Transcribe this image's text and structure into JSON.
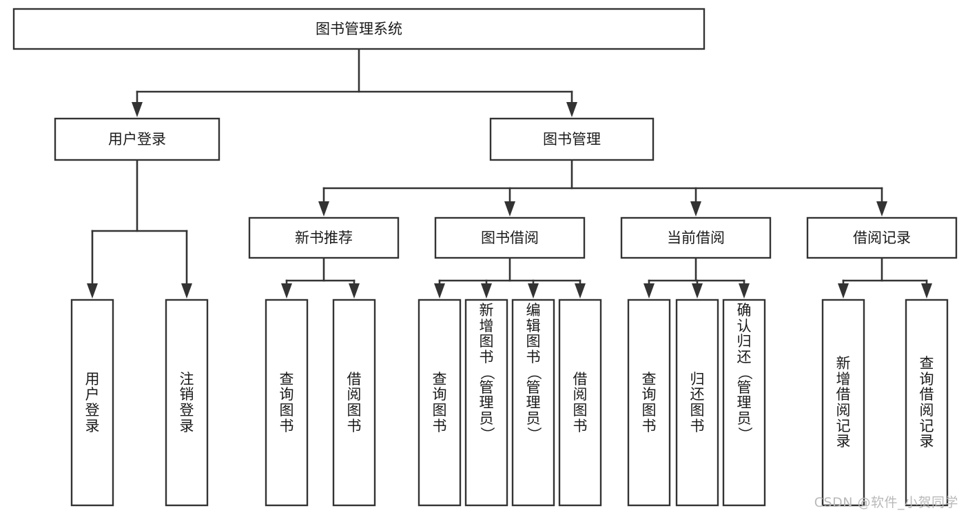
{
  "diagram": {
    "type": "tree-hierarchy",
    "title": "图书管理系统",
    "orientation": "top-down",
    "colors": {
      "box_stroke": "#333333",
      "box_fill": "#ffffff",
      "text": "#1a1a1a",
      "watermark": "#b9b9b9",
      "background": "#ffffff"
    },
    "levels": [
      {
        "level": 1,
        "nodes": [
          {
            "id": "root",
            "label": "图书管理系统",
            "orientation": "horizontal"
          }
        ]
      },
      {
        "level": 2,
        "nodes": [
          {
            "id": "login",
            "label": "用户登录",
            "orientation": "horizontal",
            "parent": "root"
          },
          {
            "id": "bookmgmt",
            "label": "图书管理",
            "orientation": "horizontal",
            "parent": "root"
          }
        ]
      },
      {
        "level": 3,
        "nodes": [
          {
            "id": "newbook",
            "label": "新书推荐",
            "orientation": "horizontal",
            "parent": "bookmgmt"
          },
          {
            "id": "borrow",
            "label": "图书借阅",
            "orientation": "horizontal",
            "parent": "bookmgmt"
          },
          {
            "id": "current",
            "label": "当前借阅",
            "orientation": "horizontal",
            "parent": "bookmgmt"
          },
          {
            "id": "record",
            "label": "借阅记录",
            "orientation": "horizontal",
            "parent": "bookmgmt"
          }
        ]
      },
      {
        "level": 4,
        "nodes": [
          {
            "id": "leaf-user-login",
            "label": "用户登录",
            "orientation": "vertical",
            "parent": "login",
            "align": "center"
          },
          {
            "id": "leaf-user-logout",
            "label": "注销登录",
            "orientation": "vertical",
            "parent": "login",
            "align": "center"
          },
          {
            "id": "leaf-nb-query",
            "label": "查询图书",
            "orientation": "vertical",
            "parent": "newbook",
            "align": "center"
          },
          {
            "id": "leaf-nb-borrow",
            "label": "借阅图书",
            "orientation": "vertical",
            "parent": "newbook",
            "align": "center"
          },
          {
            "id": "leaf-bw-query",
            "label": "查询图书",
            "orientation": "vertical",
            "parent": "borrow",
            "align": "center"
          },
          {
            "id": "leaf-bw-add",
            "label": "新增图书（管理员）",
            "orientation": "vertical",
            "parent": "borrow",
            "align": "top"
          },
          {
            "id": "leaf-bw-edit",
            "label": "编辑图书（管理员）",
            "orientation": "vertical",
            "parent": "borrow",
            "align": "top"
          },
          {
            "id": "leaf-bw-borrow",
            "label": "借阅图书",
            "orientation": "vertical",
            "parent": "borrow",
            "align": "center"
          },
          {
            "id": "leaf-cu-query",
            "label": "查询图书",
            "orientation": "vertical",
            "parent": "current",
            "align": "center"
          },
          {
            "id": "leaf-cu-return",
            "label": "归还图书",
            "orientation": "vertical",
            "parent": "current",
            "align": "center"
          },
          {
            "id": "leaf-cu-confirm",
            "label": "确认归还（管理员）",
            "orientation": "vertical",
            "parent": "current",
            "align": "top"
          },
          {
            "id": "leaf-rc-add",
            "label": "新增借阅记录",
            "orientation": "vertical",
            "parent": "record",
            "align": "center"
          },
          {
            "id": "leaf-rc-query",
            "label": "查询借阅记录",
            "orientation": "vertical",
            "parent": "record",
            "align": "center"
          }
        ]
      }
    ]
  },
  "watermark": {
    "text": "CSDN @软件_小贺同学"
  }
}
